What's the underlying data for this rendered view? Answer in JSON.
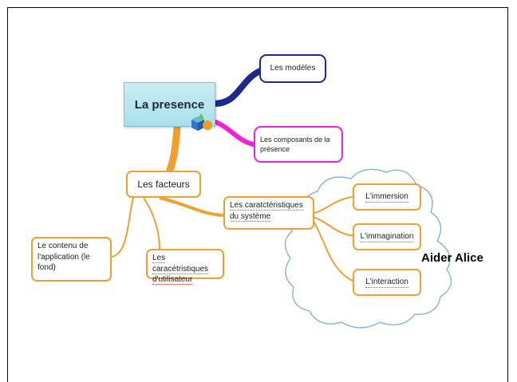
{
  "root": {
    "title": "La presence"
  },
  "branches": {
    "models": "Les modèles",
    "components": "Les composants de la présence"
  },
  "factors": {
    "title": "Les facteurs",
    "content": "Le contenu de l'application (le fond)",
    "user": "Les caracétristiques d'utilisateur",
    "system": "Les caratctéristiques du système",
    "immersion": "L'immersion",
    "imagination": "L'immagination",
    "interaction": "L'interaction"
  },
  "cloud": {
    "label": "Aider Alice"
  },
  "colors": {
    "models_branch": "#1b2a8c",
    "components_branch": "#ee22d8",
    "factors_branch": "#f0a030",
    "cloud_stroke": "#8fb4e0"
  }
}
